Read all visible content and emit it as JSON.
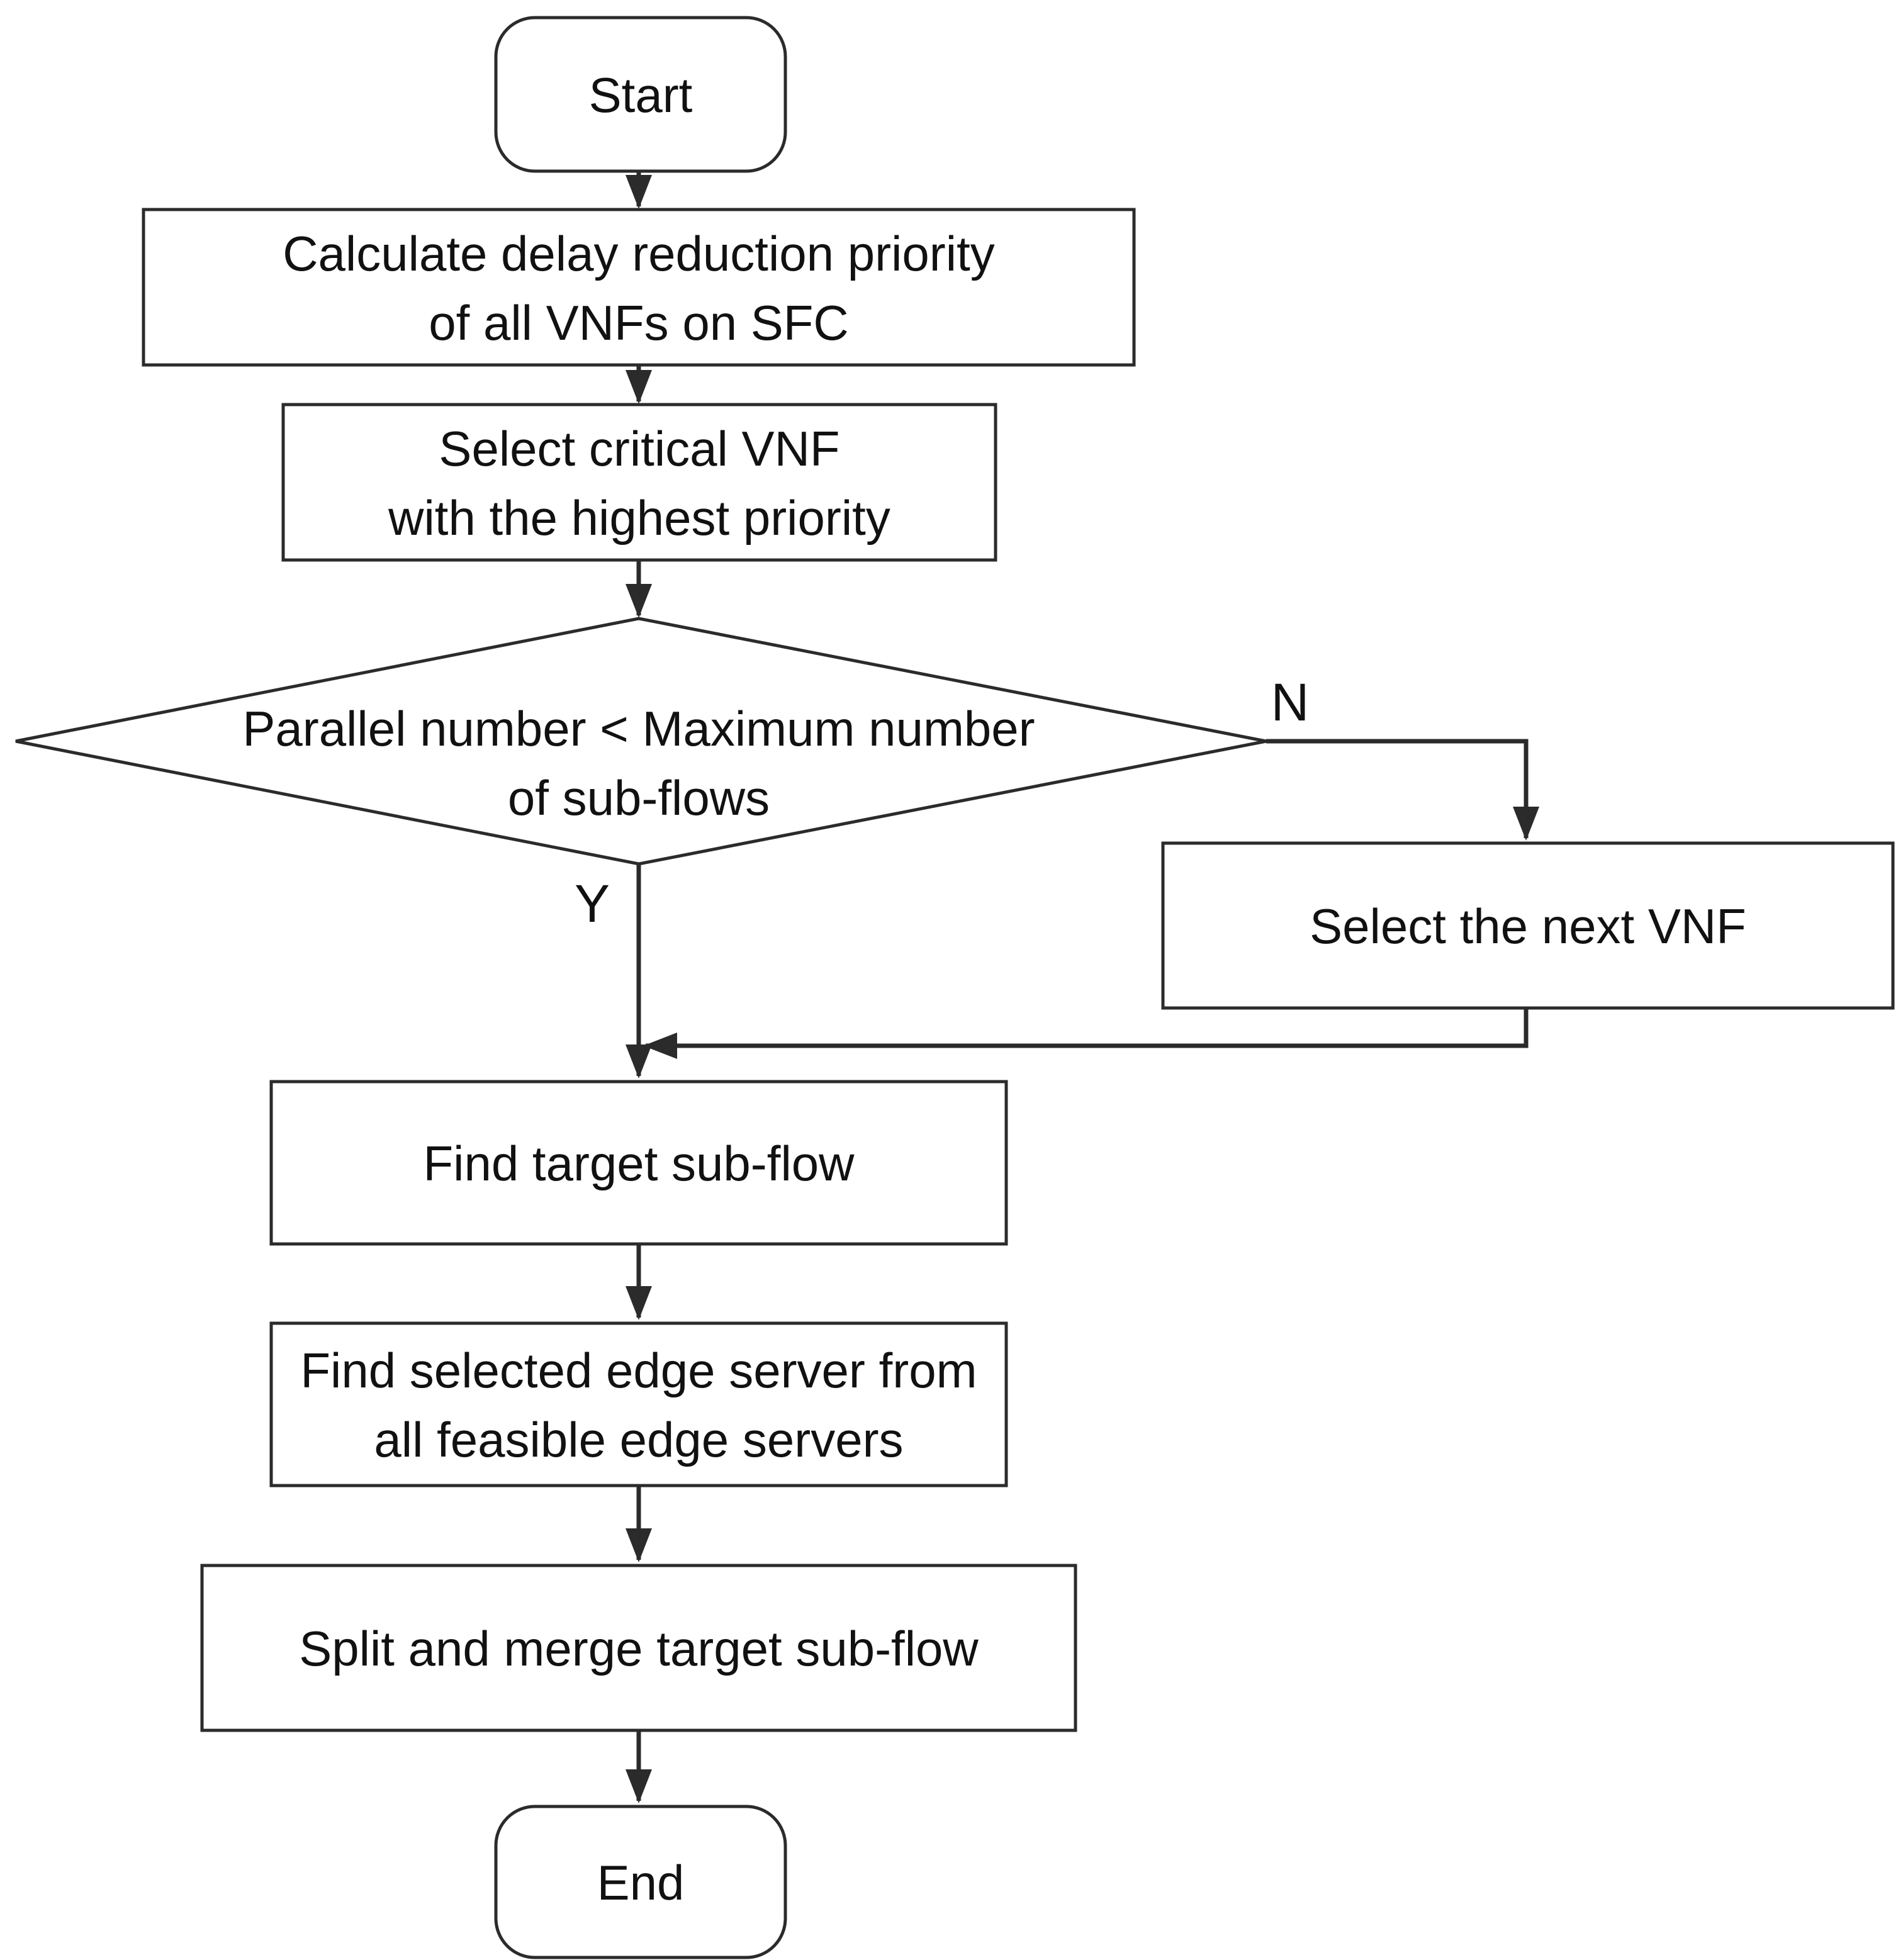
{
  "flowchart": {
    "nodes": {
      "start": {
        "type": "terminator",
        "label": "Start"
      },
      "calc_priority": {
        "type": "process",
        "line1": "Calculate delay reduction priority",
        "line2": "of all VNFs on SFC"
      },
      "select_critical": {
        "type": "process",
        "line1": "Select critical VNF",
        "line2": "with the highest priority"
      },
      "parallel_check": {
        "type": "decision",
        "line1": "Parallel number < Maximum number",
        "line2": "of sub-flows"
      },
      "select_next_vnf": {
        "type": "process",
        "label": "Select the next VNF"
      },
      "find_target": {
        "type": "process",
        "label": "Find target sub-flow"
      },
      "find_edge_server": {
        "type": "process",
        "line1": "Find selected edge server from",
        "line2": "all feasible edge servers"
      },
      "split_merge": {
        "type": "process",
        "label": "Split and merge target sub-flow"
      },
      "end": {
        "type": "terminator",
        "label": "End"
      }
    },
    "branch_labels": {
      "yes": "Y",
      "no": "N"
    },
    "colors": {
      "background": "#ffffff",
      "shape_fill": "#ffffff",
      "stroke": "#2b2b2b",
      "text": "#111111"
    }
  }
}
